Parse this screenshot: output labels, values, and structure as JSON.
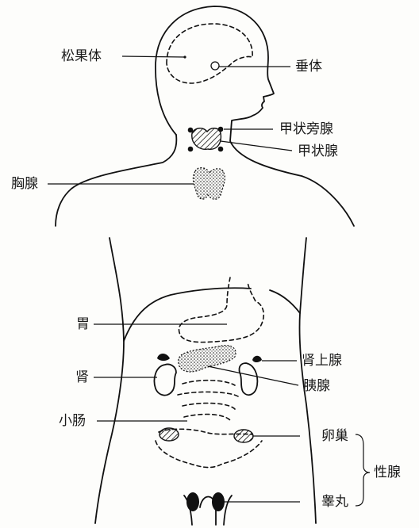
{
  "labels": {
    "pineal": "松果体",
    "pituitary": "垂体",
    "parathyroid": "甲状旁腺",
    "thyroid": "甲状腺",
    "thymus": "胸腺",
    "stomach": "胃",
    "adrenal": "肾上腺",
    "kidney": "肾",
    "pancreas": "胰腺",
    "small_intestine": "小肠",
    "ovary": "卵巢",
    "gonads": "性腺",
    "testis": "睾丸"
  },
  "colors": {
    "ink": "#111111",
    "paper": "#fdfdfb"
  }
}
